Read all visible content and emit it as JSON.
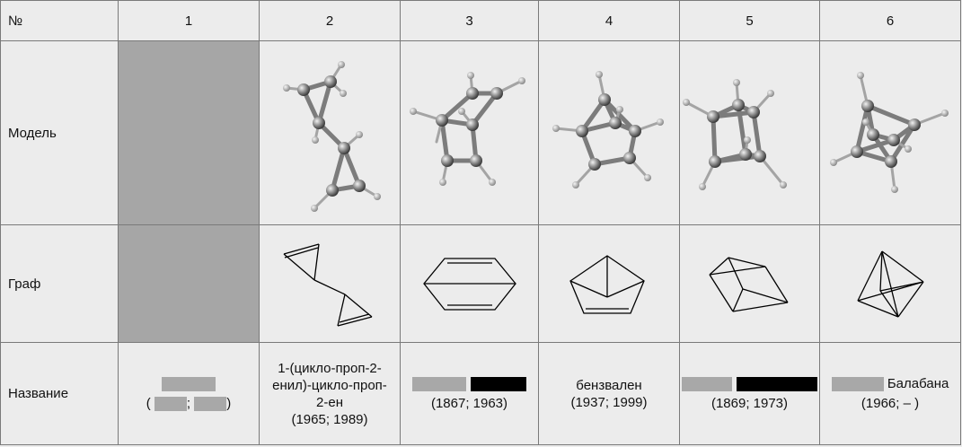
{
  "header": {
    "corner": "№",
    "cols": [
      "1",
      "2",
      "3",
      "4",
      "5",
      "6"
    ]
  },
  "rows": {
    "model": "Модель",
    "graph": "Граф",
    "name": "Название"
  },
  "names": {
    "c1": {
      "paren_open": "(",
      "semicolon": ";",
      "paren_close": ")"
    },
    "c2": {
      "line1": "1-(цикло-проп-2-",
      "line2": "енил)-цикло-проп-",
      "line3": "2-ен",
      "years": "(1965; 1989)"
    },
    "c3": {
      "years": "(1867; 1963)"
    },
    "c4": {
      "line1": "бензвален",
      "years": "(1937; 1999)"
    },
    "c5": {
      "years": "(1869; 1973)"
    },
    "c6": {
      "line1": "Балабана",
      "years": "(1966; – )"
    }
  },
  "colors": {
    "grid": "#7a7a7a",
    "background": "#ececec",
    "redaction_grey": "#a8a8a8",
    "redaction_black": "#000000"
  }
}
